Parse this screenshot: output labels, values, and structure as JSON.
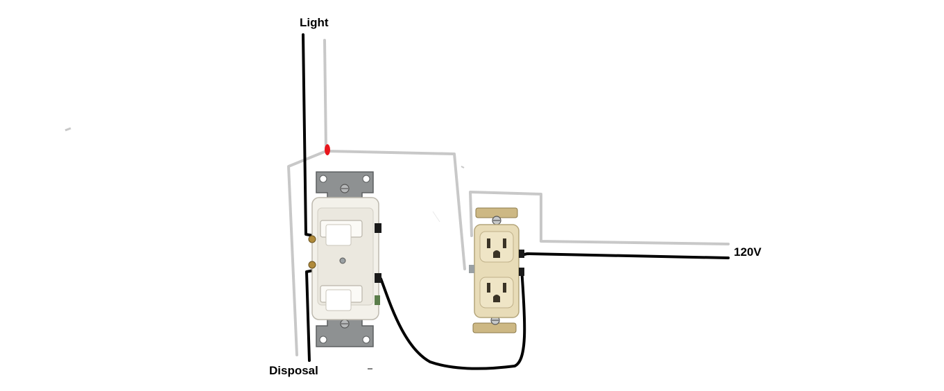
{
  "labels": {
    "light": "Light",
    "disposal": "Disposal",
    "supply": "120V"
  },
  "colors": {
    "hot_wire": "#000000",
    "neutral_wire": "#c8c8c8",
    "splice_marker": "#e8161c",
    "switch_body": "#f3f1ea",
    "outlet_body": "#e8dcb8",
    "mounting_strap_switch": "#8e9192",
    "mounting_strap_outlet": "#cdb884",
    "screw_brass": "#b08a3a"
  },
  "icons": {
    "switch": "double-toggle-switch-icon",
    "outlet": "duplex-receptacle-icon",
    "splice": "wire-splice-icon"
  }
}
